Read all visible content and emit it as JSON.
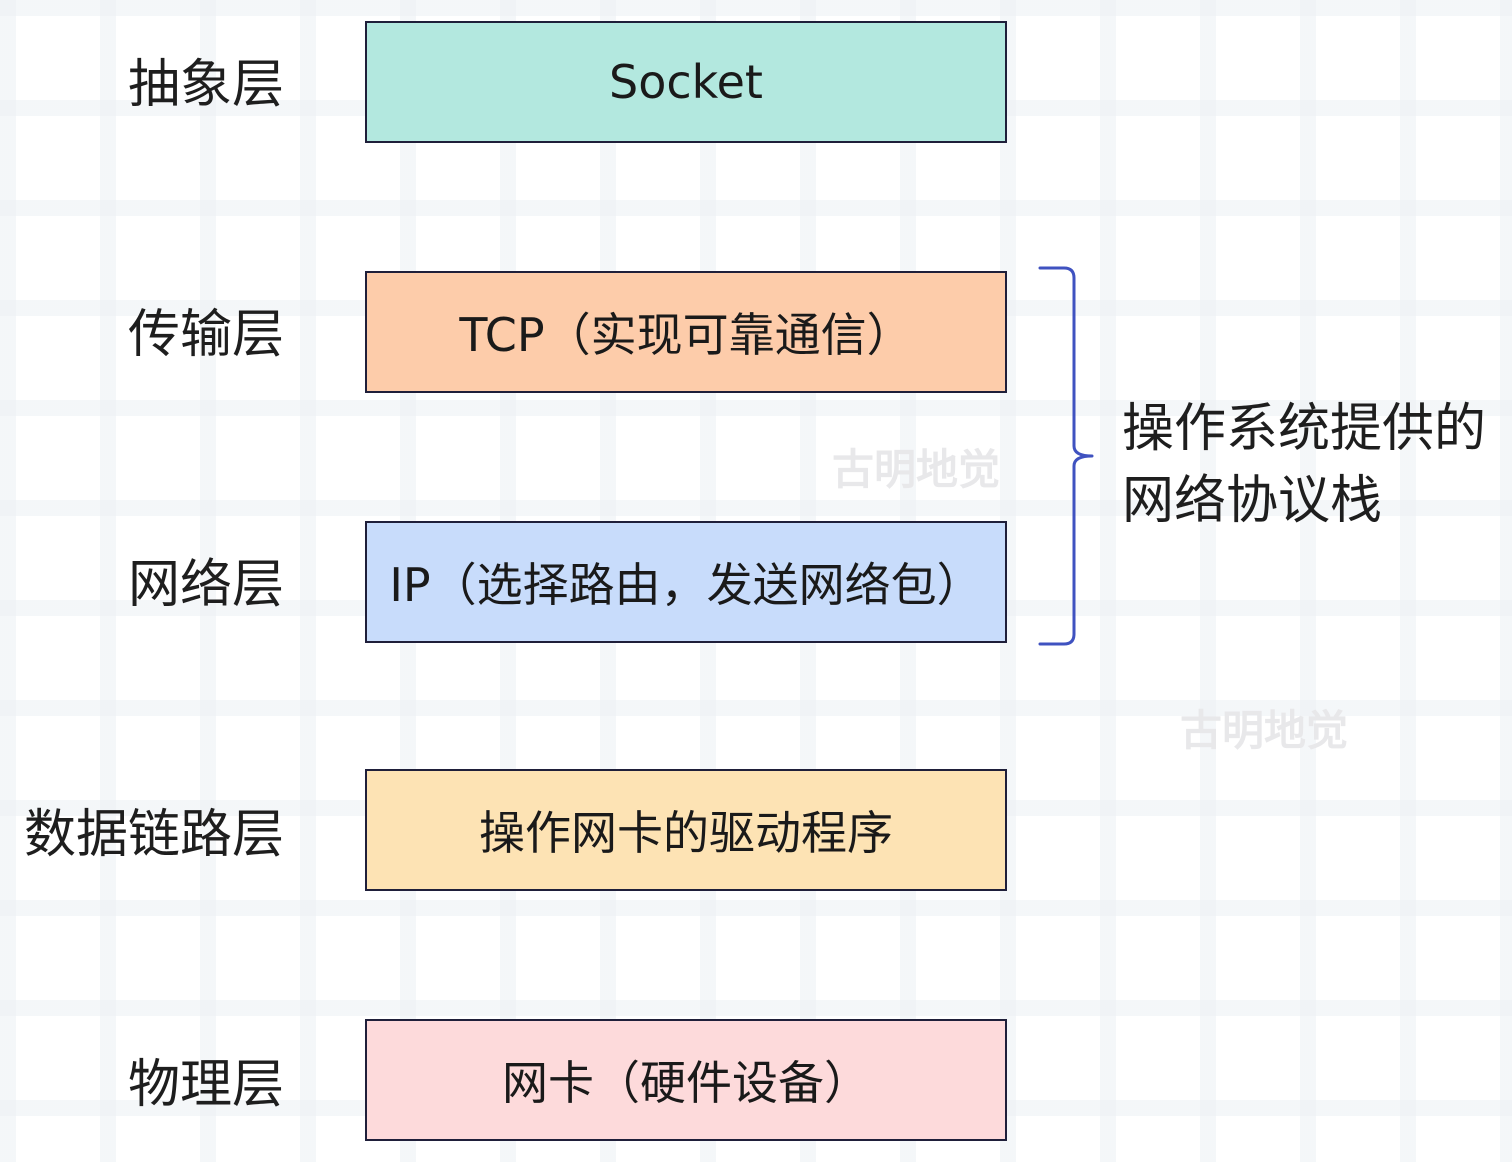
{
  "layers": [
    {
      "label": "抽象层",
      "content": "Socket",
      "color": "#b3e8df"
    },
    {
      "label": "传输层",
      "content": "TCP（实现可靠通信）",
      "color": "#fdccaa"
    },
    {
      "label": "网络层",
      "content": "IP（选择路由，发送网络包）",
      "color": "#c8dcfb"
    },
    {
      "label": "数据链路层",
      "content": "操作网卡的驱动程序",
      "color": "#fde3b4"
    },
    {
      "label": "物理层",
      "content": "网卡（硬件设备）",
      "color": "#fddadb"
    }
  ],
  "brace": {
    "line1": "操作系统提供的",
    "line2": "网络协议栈",
    "color": "#3f52c0"
  },
  "watermarks": [
    "古明地觉",
    "古明地觉"
  ]
}
